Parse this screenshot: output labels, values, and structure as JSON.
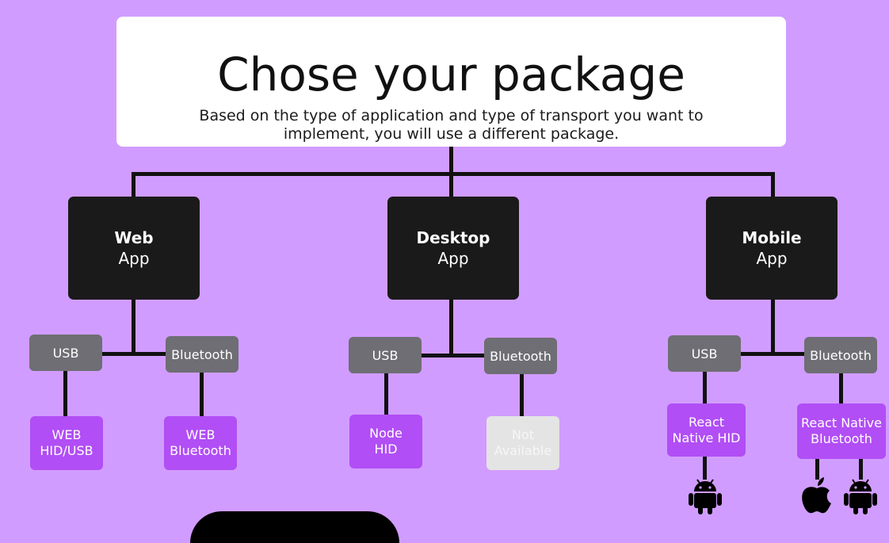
{
  "header": {
    "title": "Chose your package",
    "subtitle": "Based on the type of application and type of transport you want to implement, you will use a different package."
  },
  "apps": [
    {
      "name": "Web",
      "suffix": "App",
      "transports": [
        {
          "label": "USB",
          "package": "WEB HID/USB"
        },
        {
          "label": "Bluetooth",
          "package": "WEB Bluetooth"
        }
      ]
    },
    {
      "name": "Desktop",
      "suffix": "App",
      "transports": [
        {
          "label": "USB",
          "package": "Node HID"
        },
        {
          "label": "Bluetooth",
          "package": "Not Available"
        }
      ]
    },
    {
      "name": "Mobile",
      "suffix": "App",
      "transports": [
        {
          "label": "USB",
          "package": "React Native HID",
          "platforms": [
            "android-icon"
          ]
        },
        {
          "label": "Bluetooth",
          "package": "React Native Bluetooth",
          "platforms": [
            "apple-icon",
            "android-icon"
          ]
        }
      ]
    }
  ],
  "colors": {
    "background": "#d19cff",
    "app_node": "#1a1a1a",
    "transport_node": "#6e6e74",
    "package_node": "#b14ef5",
    "package_unavailable": "#e4e4e4"
  }
}
